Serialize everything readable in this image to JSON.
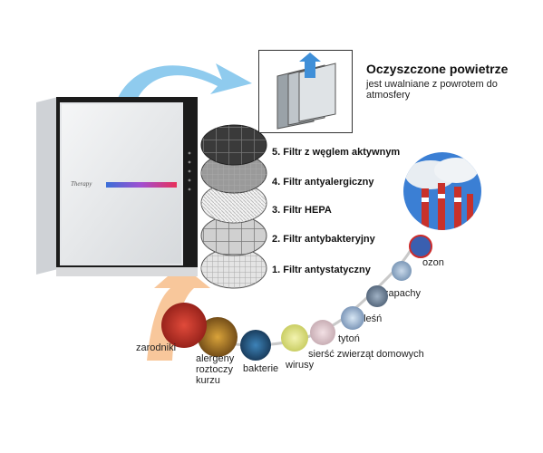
{
  "device": {
    "brand": "Therapy"
  },
  "purified_air": {
    "title": "Oczyszczone powietrze",
    "description": "jest uwalniane z powrotem do atmosfery"
  },
  "filters": [
    {
      "label": "5. Filtr z węglem aktywnym"
    },
    {
      "label": "4. Filtr antyalergiczny"
    },
    {
      "label": "3. Filtr HEPA"
    },
    {
      "label": "2. Filtr antybakteryjny"
    },
    {
      "label": "1. Filtr antystatyczny"
    }
  ],
  "pollutants": {
    "ozone": "ozon",
    "odors": "zapachy",
    "mold": "pleśń",
    "tobacco": "tytoń",
    "pet_hair": "sierść zwierząt domowych",
    "viruses": "wirusy",
    "bacteria": "bakterie",
    "dust_mite_allergens": "alergeny roztoczy kurzu",
    "spores": "zarodniki"
  },
  "colors": {
    "blue_arrow": "#7ec3ea",
    "orange_arrow": "#f7c79a",
    "device_frame": "#1b1b1b",
    "accent_bar_start": "#3a6fd8",
    "accent_bar_end": "#e8305a"
  }
}
